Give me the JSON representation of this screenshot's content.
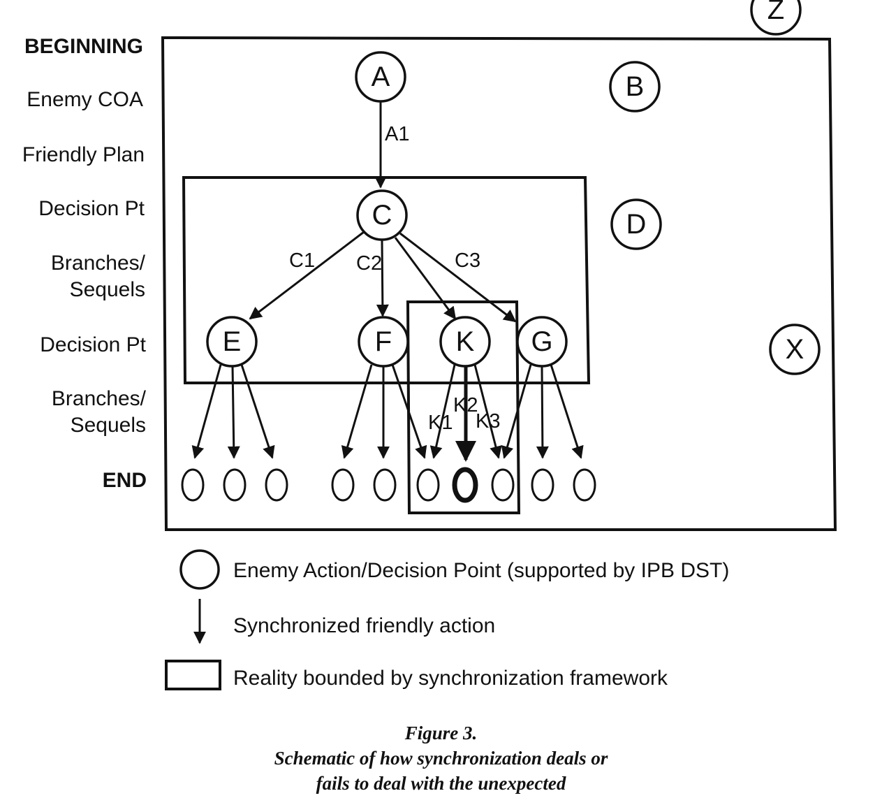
{
  "row_labels": {
    "beginning": "BEGINNING",
    "enemy_coa": "Enemy COA",
    "friendly_plan": "Friendly Plan",
    "decision_pt_1": "Decision Pt",
    "branches_1_line1": "Branches/",
    "branches_1_line2": "Sequels",
    "decision_pt_2": "Decision Pt",
    "branches_2_line1": "Branches/",
    "branches_2_line2": "Sequels",
    "end": "END"
  },
  "nodes": {
    "A": "A",
    "B": "B",
    "C": "C",
    "D": "D",
    "E": "E",
    "F": "F",
    "K": "K",
    "G": "G",
    "X": "X",
    "Z": "Z"
  },
  "edge_labels": {
    "A1": "A1",
    "C1": "C1",
    "C2": "C2",
    "C3": "C3",
    "K1": "K1",
    "K2": "K2",
    "K3": "K3"
  },
  "legend": {
    "circle": "Enemy Action/Decision Point (supported by IPB DST)",
    "arrow": "Synchronized friendly action",
    "box": "Reality bounded by synchronization framework"
  },
  "caption": {
    "title": "Figure 3.",
    "line1": "Schematic of how synchronization deals or",
    "line2": "fails to deal with the unexpected"
  }
}
